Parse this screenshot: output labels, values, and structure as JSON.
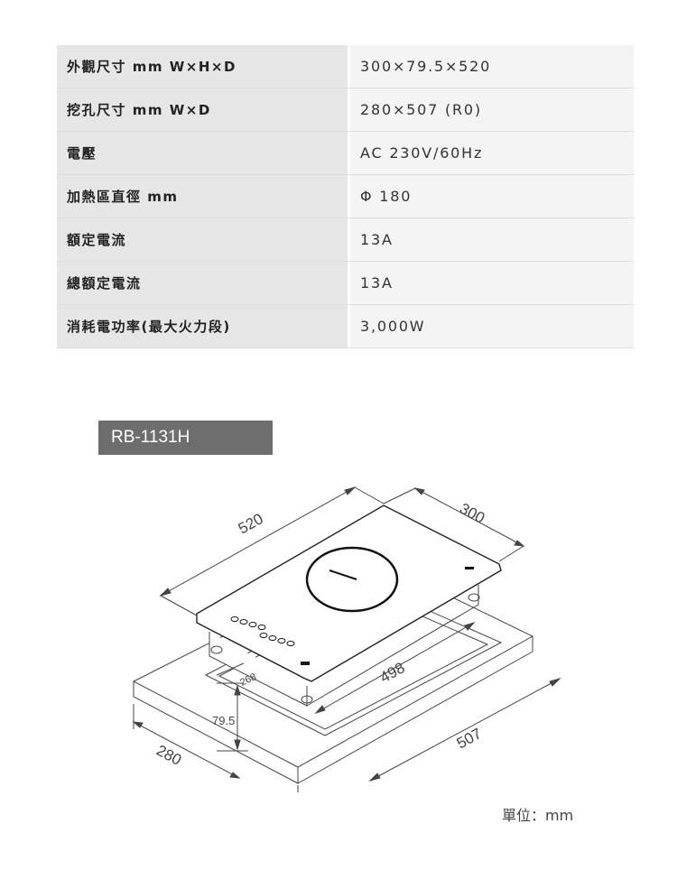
{
  "specs": [
    {
      "label": "外觀尺寸 mm W×H×D",
      "value": "300×79.5×520"
    },
    {
      "label": "挖孔尺寸 mm W×D",
      "value": "280×507 (R0)"
    },
    {
      "label": "電壓",
      "value": "AC 230V/60Hz"
    },
    {
      "label": "加熱區直徑 mm",
      "value": "Φ 180"
    },
    {
      "label": "額定電流",
      "value": "13A"
    },
    {
      "label": "總額定電流",
      "value": "13A"
    },
    {
      "label": "消耗電功率(最大火力段)",
      "value": "3,000W"
    }
  ],
  "model": "RB-1131H",
  "dimensions": {
    "d520": "520",
    "d300": "300",
    "d498": "498",
    "d268": "268",
    "d79_5": "79.5",
    "d280": "280",
    "d507": "507"
  },
  "unit": "單位：mm"
}
